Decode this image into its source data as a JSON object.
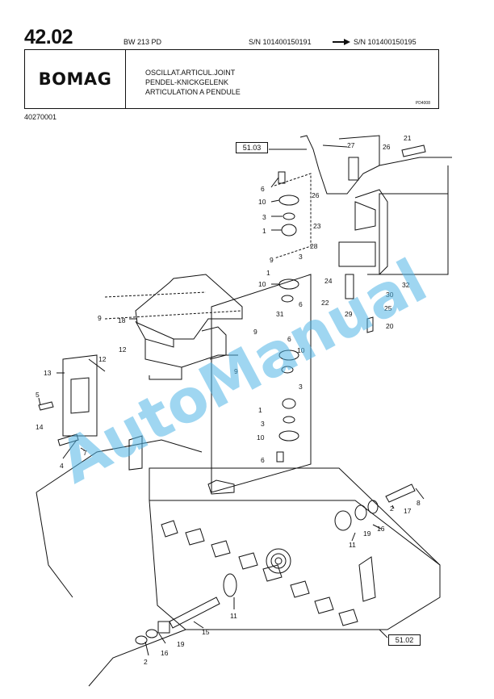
{
  "header": {
    "page_number": "42.02",
    "model": "BW 213 PD",
    "serial_from": "S/N 101400150191",
    "serial_to": "S/N 101400150195"
  },
  "title_box": {
    "logo": "BOMAG",
    "title_lines": [
      "OSCILLAT.ARTICUL.JOINT",
      "PENDEL-KNICKGELENK",
      "ARTICULATION A PENDULE"
    ],
    "drawing_code": "PD4008"
  },
  "doc_number": "40270001",
  "references": {
    "top": "51.03",
    "bottom": "51.02"
  },
  "watermark": "AutoManual",
  "callouts": [
    "1",
    "2",
    "3",
    "4",
    "5",
    "6",
    "7",
    "8",
    "9",
    "10",
    "11",
    "12",
    "13",
    "14",
    "15",
    "16",
    "17",
    "18",
    "19",
    "20",
    "21",
    "22",
    "23",
    "24",
    "25",
    "26",
    "27",
    "28",
    "29",
    "30",
    "31",
    "32"
  ]
}
